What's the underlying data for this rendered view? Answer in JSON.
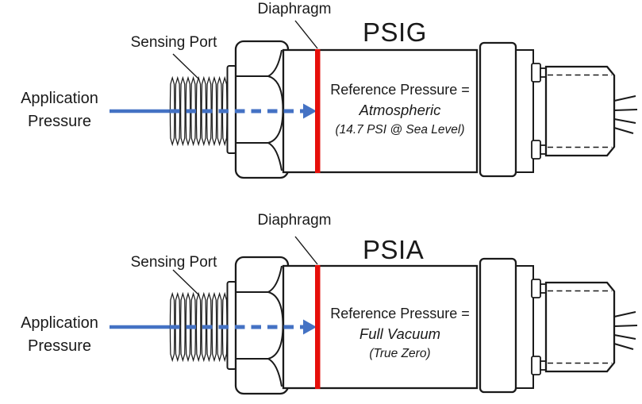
{
  "figure": {
    "description": "Comparison of gauge (PSIG) and absolute (PSIA) pressure transducer reference pressures"
  },
  "diagrams": [
    {
      "title": "PSIG",
      "diaphragm_label": "Diaphragm",
      "sensing_port_label": "Sensing Port",
      "application_pressure_label": "Application Pressure",
      "reference_pressure_label": "Reference Pressure =",
      "reference_value": "Atmospheric",
      "reference_note": "(14.7 PSI @ Sea Level)"
    },
    {
      "title": "PSIA",
      "diaphragm_label": "Diaphragm",
      "sensing_port_label": "Sensing Port",
      "application_pressure_label": "Application Pressure",
      "reference_pressure_label": "Reference Pressure =",
      "reference_value": "Full Vacuum",
      "reference_note": "(True Zero)"
    }
  ],
  "colors": {
    "arrow_blue": "#4472C4",
    "diaphragm_red": "#E60F0A",
    "outline": "#1a1a1a",
    "background": "#FFFFFF"
  }
}
